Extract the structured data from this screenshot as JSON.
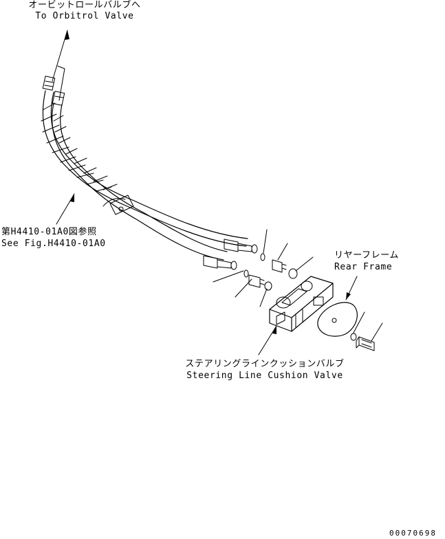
{
  "labels": {
    "orbitrol_jp": "オービットロールバルブへ",
    "orbitrol_en": "To Orbitrol Valve",
    "see_fig_jp": "第H4410-01A0図参照",
    "see_fig_en": "See Fig.H4410-01A0",
    "rear_frame_jp": "リヤーフレーム",
    "rear_frame_en": "Rear Frame",
    "cushion_valve_jp": "ステアリングラインクッションバルブ",
    "cushion_valve_en": "Steering Line Cushion Valve",
    "drawing_number": "00070698"
  }
}
